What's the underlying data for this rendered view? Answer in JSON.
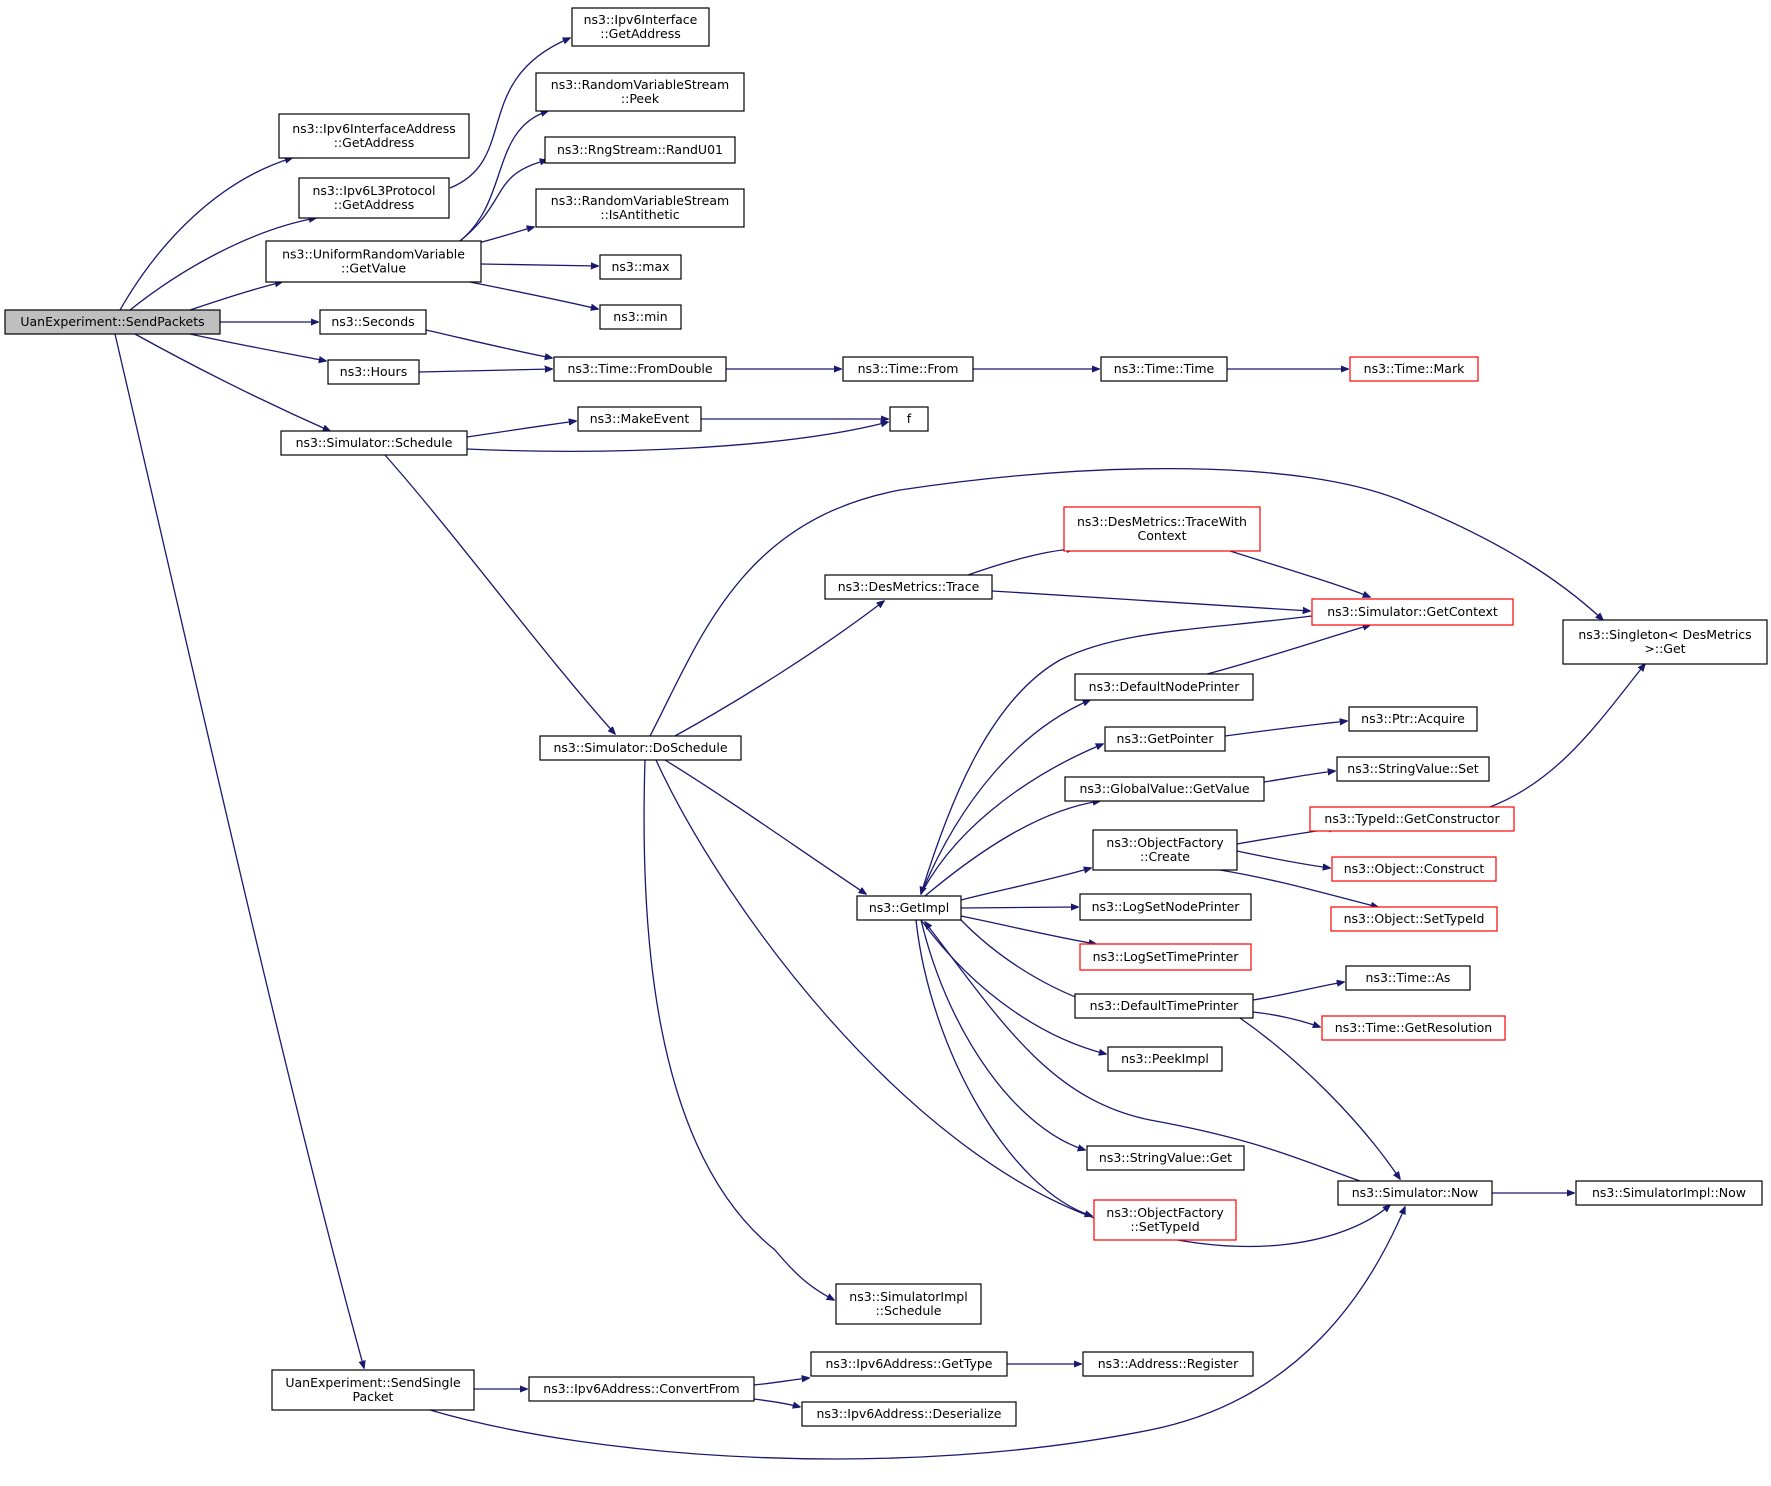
{
  "nodes": [
    {
      "id": "send_packets",
      "lines": [
        "UanExperiment::SendPackets"
      ],
      "root": true
    },
    {
      "id": "ipv6ifaddr_getaddr",
      "lines": [
        "ns3::Ipv6InterfaceAddress",
        "::GetAddress"
      ]
    },
    {
      "id": "ipv6l3_getaddr",
      "lines": [
        "ns3::Ipv6L3Protocol",
        "::GetAddress"
      ]
    },
    {
      "id": "ipv6iface_getaddr",
      "lines": [
        "ns3::Ipv6Interface",
        "::GetAddress"
      ]
    },
    {
      "id": "uniform_getvalue",
      "lines": [
        "ns3::UniformRandomVariable",
        "::GetValue"
      ]
    },
    {
      "id": "rvs_peek",
      "lines": [
        "ns3::RandomVariableStream",
        "::Peek"
      ]
    },
    {
      "id": "rng_randu01",
      "lines": [
        "ns3::RngStream::RandU01"
      ]
    },
    {
      "id": "rvs_isantithetic",
      "lines": [
        "ns3::RandomVariableStream",
        "::IsAntithetic"
      ]
    },
    {
      "id": "max",
      "lines": [
        "ns3::max"
      ]
    },
    {
      "id": "min",
      "lines": [
        "ns3::min"
      ]
    },
    {
      "id": "seconds",
      "lines": [
        "ns3::Seconds"
      ]
    },
    {
      "id": "hours",
      "lines": [
        "ns3::Hours"
      ]
    },
    {
      "id": "time_fromdouble",
      "lines": [
        "ns3::Time::FromDouble"
      ]
    },
    {
      "id": "time_from",
      "lines": [
        "ns3::Time::From"
      ]
    },
    {
      "id": "time_time",
      "lines": [
        "ns3::Time::Time"
      ]
    },
    {
      "id": "time_mark",
      "lines": [
        "ns3::Time::Mark"
      ],
      "red": true
    },
    {
      "id": "sim_schedule",
      "lines": [
        "ns3::Simulator::Schedule"
      ]
    },
    {
      "id": "makeevent",
      "lines": [
        "ns3::MakeEvent"
      ]
    },
    {
      "id": "f",
      "lines": [
        "f"
      ]
    },
    {
      "id": "desmetrics_tracewithcontext",
      "lines": [
        "ns3::DesMetrics::TraceWith",
        "Context"
      ],
      "red": true
    },
    {
      "id": "desmetrics_trace",
      "lines": [
        "ns3::DesMetrics::Trace"
      ]
    },
    {
      "id": "sim_getcontext",
      "lines": [
        "ns3::Simulator::GetContext"
      ],
      "red": true
    },
    {
      "id": "singleton_get",
      "lines": [
        "ns3::Singleton< DesMetrics",
        " >::Get"
      ]
    },
    {
      "id": "defaultnodeprinter",
      "lines": [
        "ns3::DefaultNodePrinter"
      ]
    },
    {
      "id": "getpointer",
      "lines": [
        "ns3::GetPointer"
      ]
    },
    {
      "id": "ptr_acquire",
      "lines": [
        "ns3::Ptr::Acquire"
      ]
    },
    {
      "id": "sim_doschedule",
      "lines": [
        "ns3::Simulator::DoSchedule"
      ]
    },
    {
      "id": "globalvalue_getvalue",
      "lines": [
        "ns3::GlobalValue::GetValue"
      ]
    },
    {
      "id": "stringvalue_set",
      "lines": [
        "ns3::StringValue::Set"
      ]
    },
    {
      "id": "typeid_getconstructor",
      "lines": [
        "ns3::TypeId::GetConstructor"
      ],
      "red": true
    },
    {
      "id": "objectfactory_create",
      "lines": [
        "ns3::ObjectFactory",
        "::Create"
      ]
    },
    {
      "id": "object_construct",
      "lines": [
        "ns3::Object::Construct"
      ],
      "red": true
    },
    {
      "id": "getimpl",
      "lines": [
        "ns3::GetImpl"
      ]
    },
    {
      "id": "logsetnodeprinter",
      "lines": [
        "ns3::LogSetNodePrinter"
      ]
    },
    {
      "id": "object_settypeid",
      "lines": [
        "ns3::Object::SetTypeId"
      ],
      "red": true
    },
    {
      "id": "logsettimeprinter",
      "lines": [
        "ns3::LogSetTimePrinter"
      ],
      "red": true
    },
    {
      "id": "time_as",
      "lines": [
        "ns3::Time::As"
      ]
    },
    {
      "id": "defaulttimeprinter",
      "lines": [
        "ns3::DefaultTimePrinter"
      ]
    },
    {
      "id": "time_getresolution",
      "lines": [
        "ns3::Time::GetResolution"
      ],
      "red": true
    },
    {
      "id": "peekimpl",
      "lines": [
        "ns3::PeekImpl"
      ]
    },
    {
      "id": "stringvalue_get",
      "lines": [
        "ns3::StringValue::Get"
      ]
    },
    {
      "id": "sim_now",
      "lines": [
        "ns3::Simulator::Now"
      ]
    },
    {
      "id": "simimpl_now",
      "lines": [
        "ns3::SimulatorImpl::Now"
      ]
    },
    {
      "id": "objectfactory_settypeid",
      "lines": [
        "ns3::ObjectFactory",
        "::SetTypeId"
      ],
      "red": true
    },
    {
      "id": "simimpl_schedule",
      "lines": [
        "ns3::SimulatorImpl",
        "::Schedule"
      ]
    },
    {
      "id": "ipv6addr_gettype",
      "lines": [
        "ns3::Ipv6Address::GetType"
      ]
    },
    {
      "id": "address_register",
      "lines": [
        "ns3::Address::Register"
      ]
    },
    {
      "id": "send_single",
      "lines": [
        "UanExperiment::SendSingle",
        "Packet"
      ]
    },
    {
      "id": "ipv6addr_convertfrom",
      "lines": [
        "ns3::Ipv6Address::ConvertFrom"
      ]
    },
    {
      "id": "ipv6addr_deserialize",
      "lines": [
        "ns3::Ipv6Address::Deserialize"
      ]
    }
  ],
  "edges": [
    [
      "send_packets",
      "ipv6ifaddr_getaddr"
    ],
    [
      "send_packets",
      "ipv6l3_getaddr"
    ],
    [
      "send_packets",
      "uniform_getvalue"
    ],
    [
      "send_packets",
      "seconds"
    ],
    [
      "send_packets",
      "hours"
    ],
    [
      "send_packets",
      "sim_schedule"
    ],
    [
      "send_packets",
      "send_single"
    ],
    [
      "ipv6l3_getaddr",
      "ipv6iface_getaddr"
    ],
    [
      "uniform_getvalue",
      "rvs_peek"
    ],
    [
      "uniform_getvalue",
      "rng_randu01"
    ],
    [
      "uniform_getvalue",
      "rvs_isantithetic"
    ],
    [
      "uniform_getvalue",
      "max"
    ],
    [
      "uniform_getvalue",
      "min"
    ],
    [
      "seconds",
      "time_fromdouble"
    ],
    [
      "hours",
      "time_fromdouble"
    ],
    [
      "time_fromdouble",
      "time_from"
    ],
    [
      "time_from",
      "time_time"
    ],
    [
      "time_time",
      "time_mark"
    ],
    [
      "sim_schedule",
      "makeevent"
    ],
    [
      "sim_schedule",
      "f"
    ],
    [
      "makeevent",
      "f"
    ],
    [
      "sim_schedule",
      "sim_doschedule"
    ],
    [
      "sim_doschedule",
      "singleton_get"
    ],
    [
      "sim_doschedule",
      "desmetrics_trace"
    ],
    [
      "sim_doschedule",
      "getimpl"
    ],
    [
      "sim_doschedule",
      "simimpl_schedule"
    ],
    [
      "sim_doschedule",
      "sim_now"
    ],
    [
      "desmetrics_trace",
      "desmetrics_tracewithcontext"
    ],
    [
      "desmetrics_trace",
      "sim_getcontext"
    ],
    [
      "desmetrics_tracewithcontext",
      "sim_getcontext"
    ],
    [
      "sim_getcontext",
      "getimpl"
    ],
    [
      "defaultnodeprinter",
      "sim_getcontext"
    ],
    [
      "getimpl",
      "defaultnodeprinter"
    ],
    [
      "getimpl",
      "getpointer"
    ],
    [
      "getimpl",
      "globalvalue_getvalue"
    ],
    [
      "getimpl",
      "objectfactory_create"
    ],
    [
      "getimpl",
      "logsetnodeprinter"
    ],
    [
      "getimpl",
      "logsettimeprinter"
    ],
    [
      "getimpl",
      "defaulttimeprinter"
    ],
    [
      "getimpl",
      "peekimpl"
    ],
    [
      "getimpl",
      "stringvalue_get"
    ],
    [
      "getimpl",
      "objectfactory_settypeid"
    ],
    [
      "getpointer",
      "ptr_acquire"
    ],
    [
      "globalvalue_getvalue",
      "stringvalue_set"
    ],
    [
      "objectfactory_create",
      "typeid_getconstructor"
    ],
    [
      "objectfactory_create",
      "object_construct"
    ],
    [
      "objectfactory_create",
      "object_settypeid"
    ],
    [
      "typeid_getconstructor",
      "singleton_get"
    ],
    [
      "defaulttimeprinter",
      "time_as"
    ],
    [
      "defaulttimeprinter",
      "time_getresolution"
    ],
    [
      "defaulttimeprinter",
      "sim_now"
    ],
    [
      "sim_now",
      "getimpl"
    ],
    [
      "sim_now",
      "simimpl_now"
    ],
    [
      "send_single",
      "ipv6addr_convertfrom"
    ],
    [
      "send_single",
      "sim_now"
    ],
    [
      "ipv6addr_convertfrom",
      "ipv6addr_gettype"
    ],
    [
      "ipv6addr_convertfrom",
      "ipv6addr_deserialize"
    ],
    [
      "ipv6addr_gettype",
      "address_register"
    ]
  ],
  "colors": {
    "edge": "#191970",
    "node_border": "#000000",
    "node_border_external": "#ff0000",
    "root_fill": "#bfbfbf"
  }
}
